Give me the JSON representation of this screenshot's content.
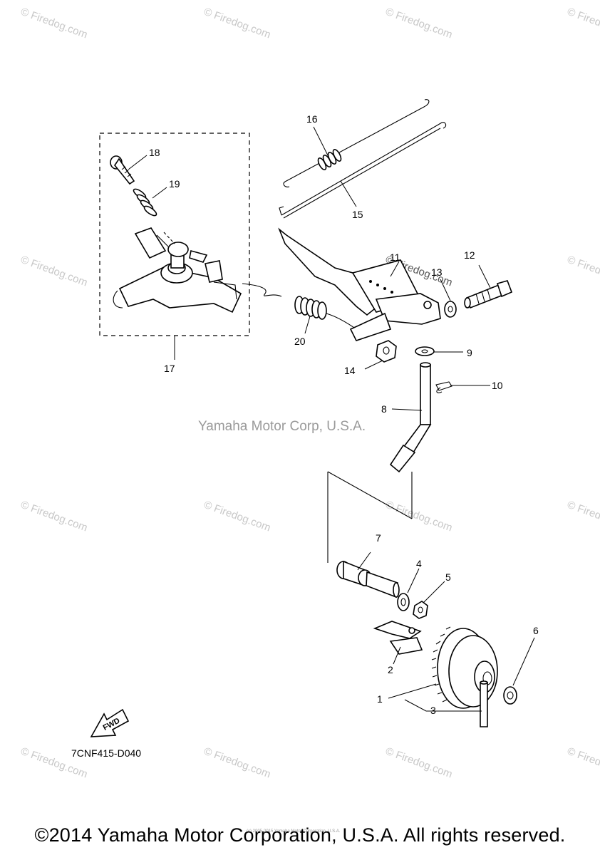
{
  "watermark": {
    "text": "© Firedog.com"
  },
  "center_watermark": "Yamaha Motor Corp, U.S.A.",
  "callouts": [
    "1",
    "2",
    "3",
    "4",
    "5",
    "6",
    "7",
    "8",
    "9",
    "10",
    "11",
    "12",
    "13",
    "14",
    "15",
    "16",
    "17",
    "18",
    "19",
    "20"
  ],
  "fwd_label": "FWD",
  "diagram_code": "7CNF415-D040",
  "tiny_notice": "(c) 2005-2015 Yamaha Motor Corporation, U.S.A.",
  "copyright": "©2014 Yamaha Motor Corporation, U.S.A. All rights reserved."
}
